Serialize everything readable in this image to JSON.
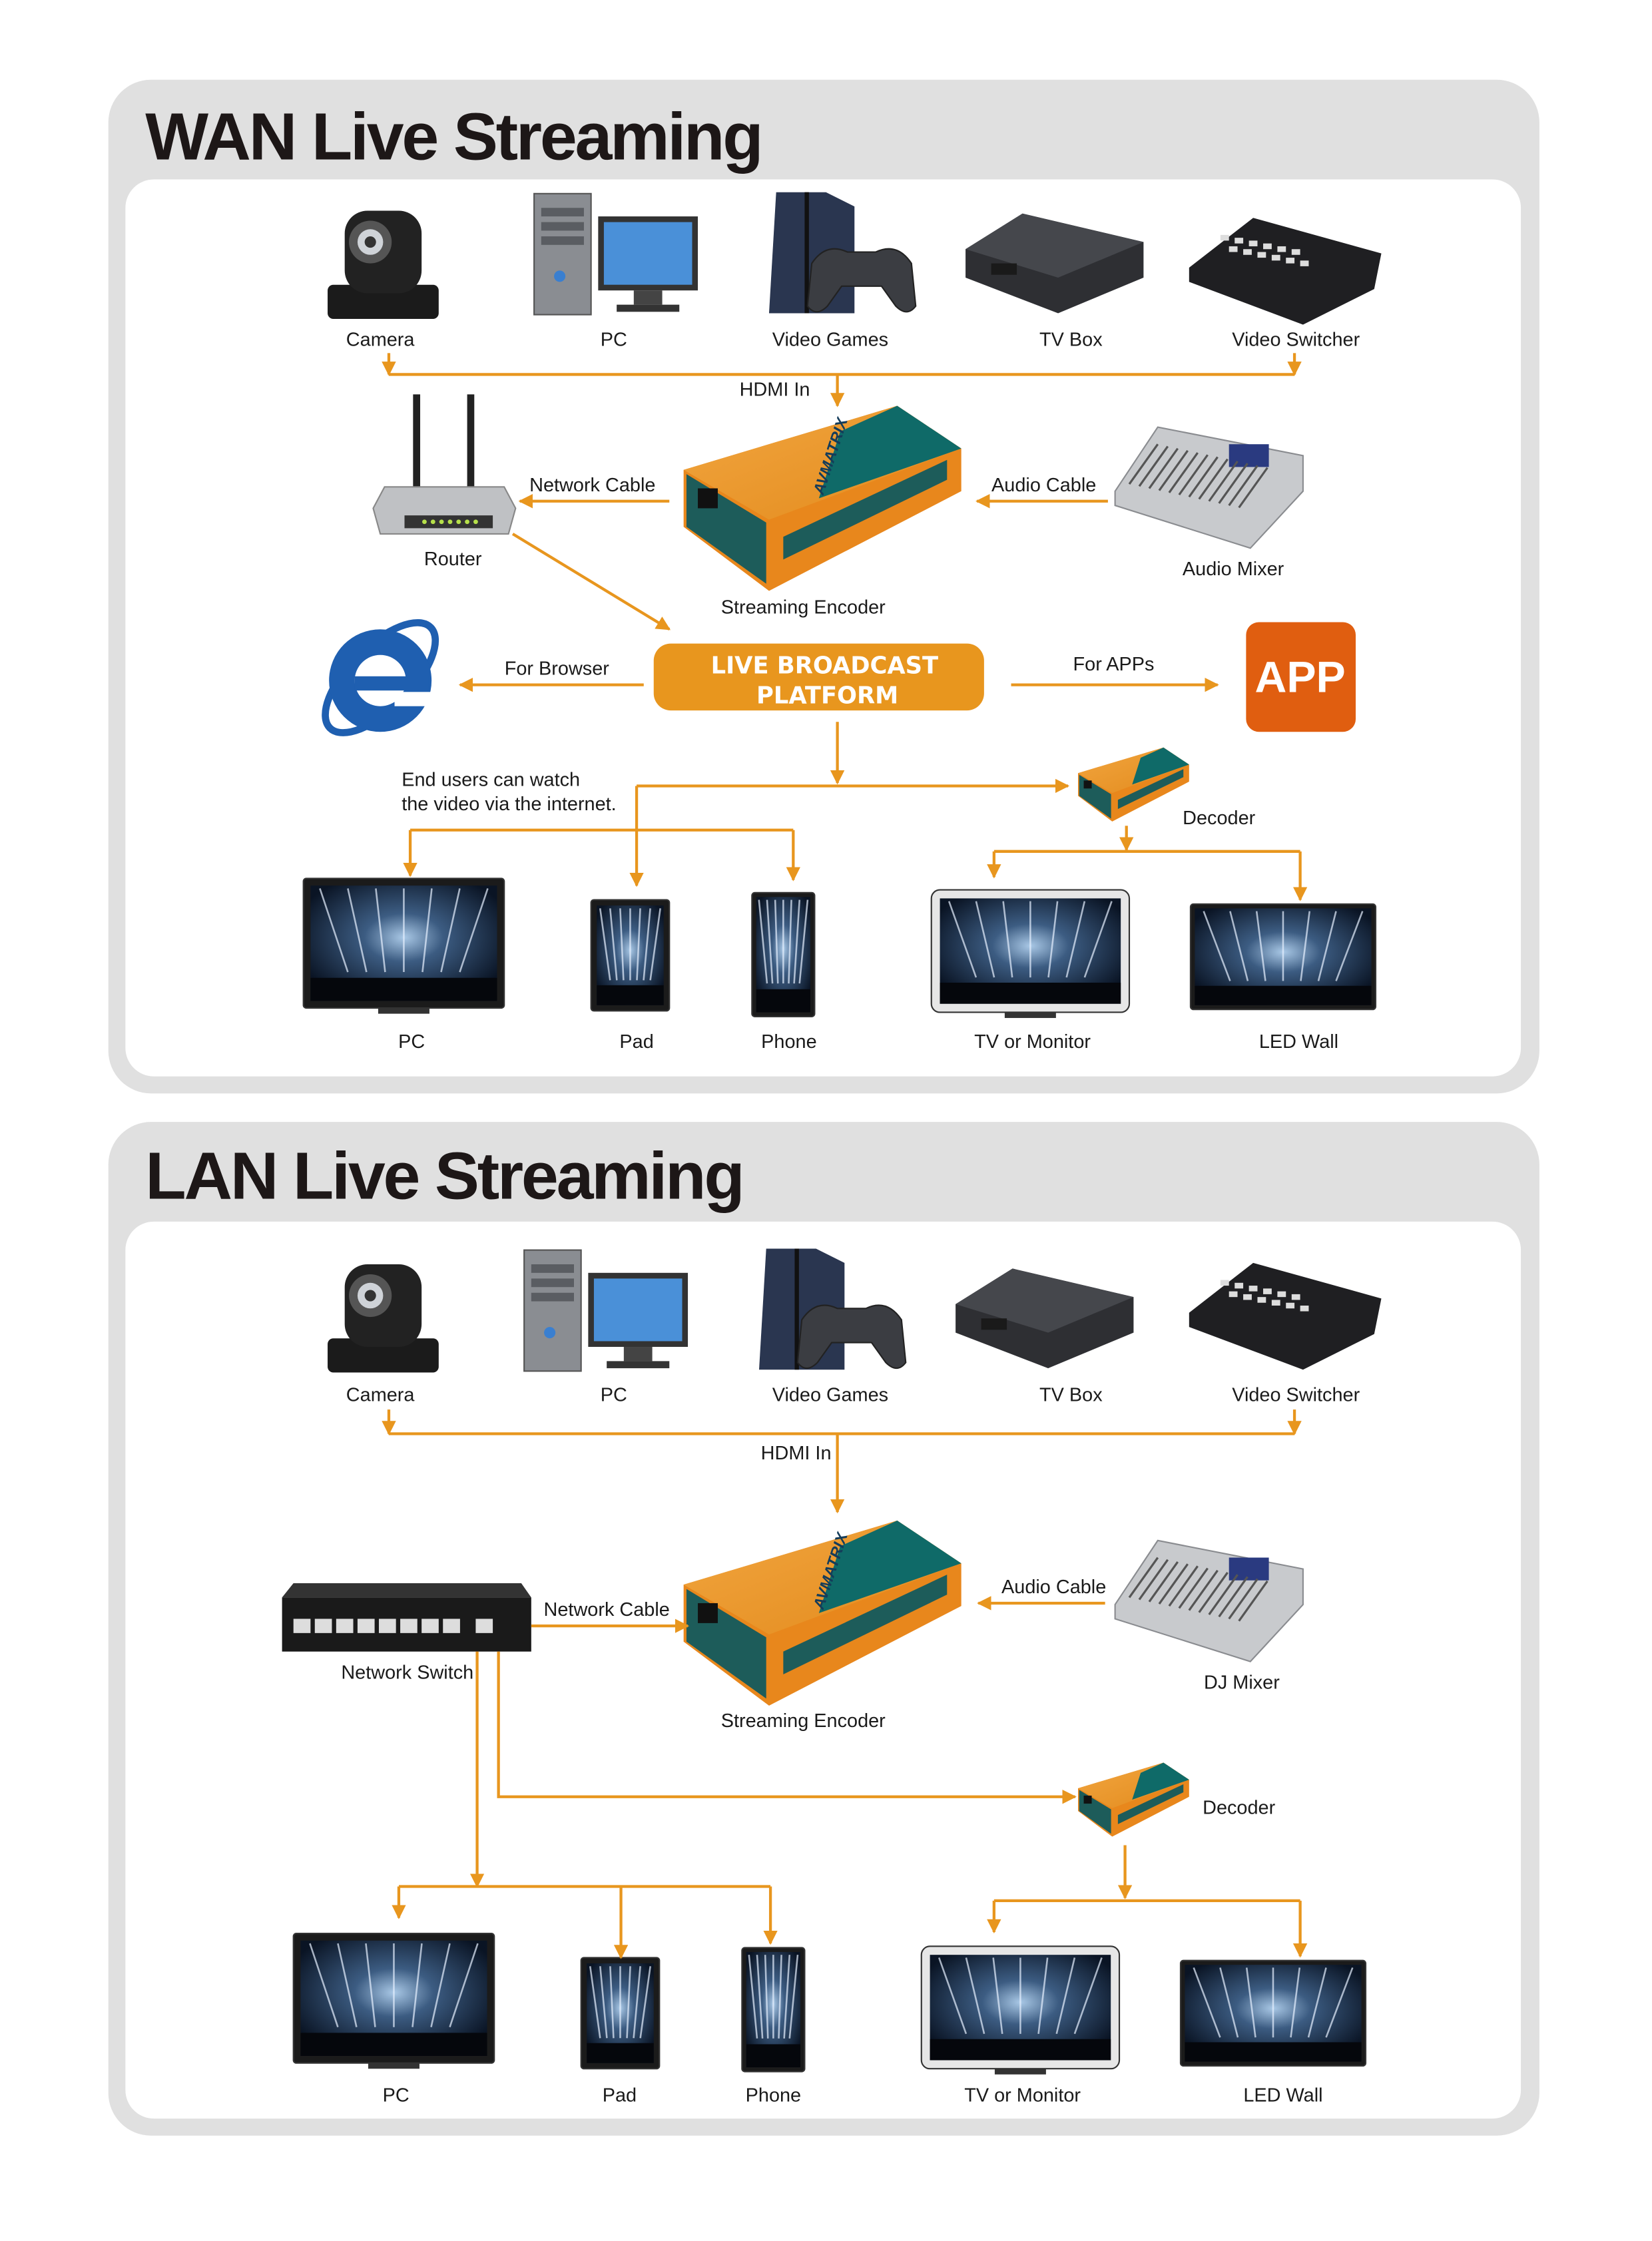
{
  "colors": {
    "accent": "#e8961e",
    "app": "#e05e10",
    "panel": "#e0e0e0",
    "ie_blue": "#1f5fb0"
  },
  "wan": {
    "title": "WAN Live Streaming",
    "sources": [
      "Camera",
      "PC",
      "Video Games",
      "TV Box",
      "Video Switcher"
    ],
    "hdmi_in": "HDMI In",
    "router": "Router",
    "network_cable": "Network Cable",
    "encoder": "Streaming Encoder",
    "encoder_brand": "AVMATRIX",
    "audio_cable": "Audio Cable",
    "audio_mixer": "Audio Mixer",
    "for_browser": "For Browser",
    "platform_line1": "LIVE BROADCAST",
    "platform_line2": "PLATFORM",
    "for_apps": "For APPs",
    "app": "APP",
    "end_users_line1": "End users can watch",
    "end_users_line2": "the video via the internet.",
    "decoder": "Decoder",
    "displays": [
      "PC",
      "Pad",
      "Phone",
      "TV or Monitor",
      "LED Wall"
    ]
  },
  "lan": {
    "title": "LAN Live Streaming",
    "sources": [
      "Camera",
      "PC",
      "Video Games",
      "TV Box",
      "Video Switcher"
    ],
    "hdmi_in": "HDMI In",
    "network_switch": "Network Switch",
    "network_cable": "Network Cable",
    "encoder": "Streaming Encoder",
    "audio_cable": "Audio Cable",
    "dj_mixer": "DJ Mixer",
    "decoder": "Decoder",
    "displays": [
      "PC",
      "Pad",
      "Phone",
      "TV or Monitor",
      "LED Wall"
    ]
  }
}
